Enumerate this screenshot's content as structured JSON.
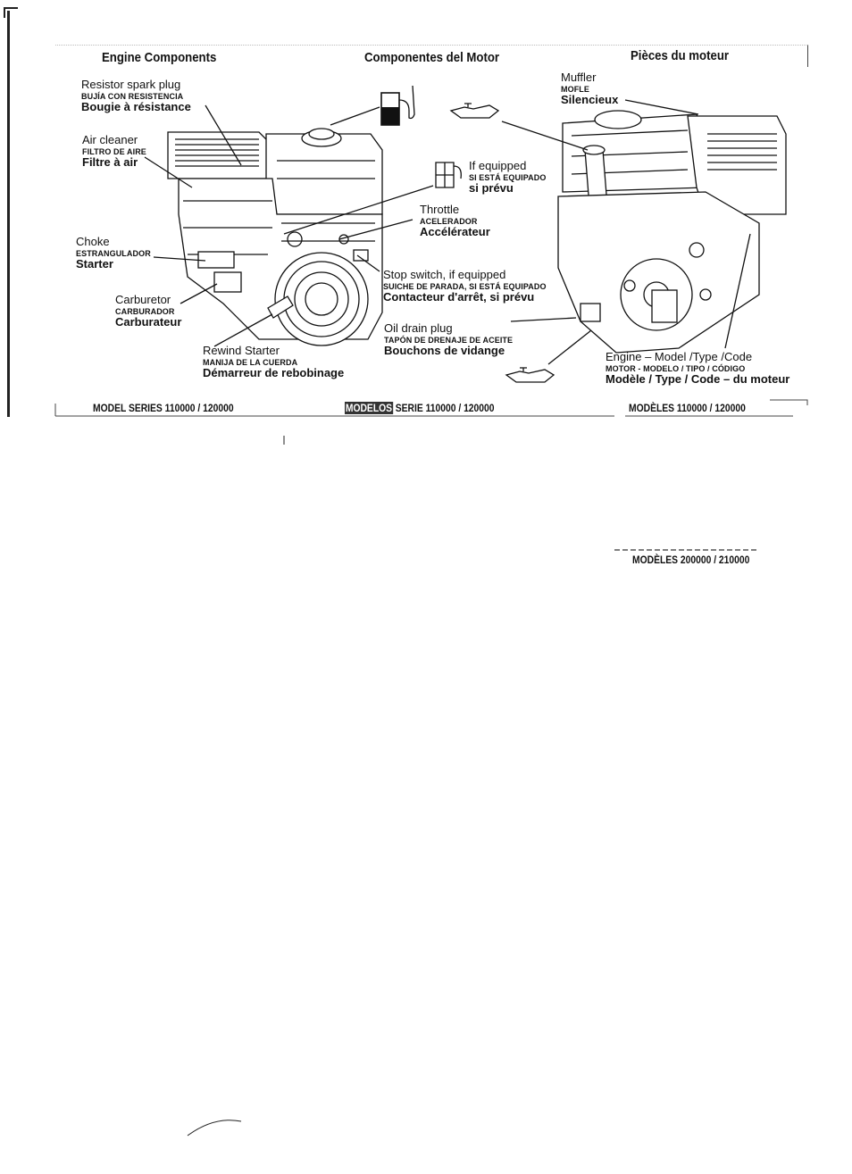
{
  "headers": {
    "en": "Engine Components",
    "es": "Componentes del Motor",
    "fr": "Pièces du moteur"
  },
  "labels": {
    "spark_plug": {
      "en": "Resistor spark plug",
      "es": "BUJÍA CON RESISTENCIA",
      "fr": "Bougie à résistance"
    },
    "air_cleaner": {
      "en": "Air cleaner",
      "es": "FILTRO DE AIRE",
      "fr": "Filtre à air"
    },
    "choke": {
      "en": "Choke",
      "es": "ESTRANGULADOR",
      "fr": "Starter"
    },
    "carburetor": {
      "en": "Carburetor",
      "es": "CARBURADOR",
      "fr": "Carburateur"
    },
    "rewind_starter": {
      "en": "Rewind Starter",
      "es": "MANIJA DE LA CUERDA",
      "fr": "Démarreur de rebobinage"
    },
    "if_equipped": {
      "en": "If equipped",
      "es": "SI ESTÁ EQUIPADO",
      "fr": "si prévu"
    },
    "throttle": {
      "en": "Throttle",
      "es": "ACELERADOR",
      "fr": "Accélérateur"
    },
    "stop_switch": {
      "en": "Stop switch, if equipped",
      "es": "SUICHE DE PARADA, SI ESTÁ EQUIPADO",
      "fr": "Contacteur d'arrêt, si prévu"
    },
    "oil_drain": {
      "en": "Oil drain plug",
      "es": "TAPÓN DE DRENAJE DE ACEITE",
      "fr": "Bouchons de vidange"
    },
    "muffler": {
      "en": "Muffler",
      "es": "MOFLE",
      "fr": "Silencieux"
    },
    "engine_model": {
      "en": "Engine – Model /Type /Code",
      "es": "MOTOR - MODELO / TIPO / CÓDIGO",
      "fr": "Modèle / Type / Code – du moteur"
    }
  },
  "series": {
    "en": "MODEL SERIES 110000 / 120000",
    "es_prefix": "MODELOS",
    "es_rest": " SERIE 110000 / 120000",
    "fr": "MODÈLES 110000 / 120000",
    "fr_lower": "MODÈLES 200000 / 210000"
  }
}
